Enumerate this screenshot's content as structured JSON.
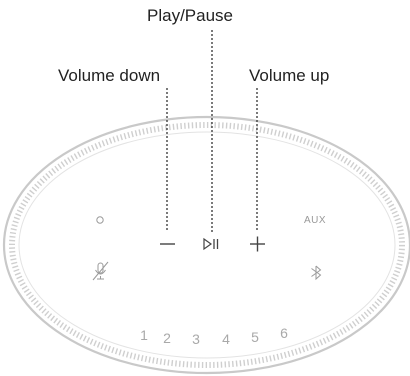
{
  "labels": {
    "play_pause": "Play/Pause",
    "volume_down": "Volume down",
    "volume_up": "Volume up"
  },
  "speaker": {
    "aux_label": "AUX",
    "presets": [
      "1",
      "2",
      "3",
      "4",
      "5",
      "6"
    ],
    "icons": {
      "action": "action-button-icon",
      "mic_off": "microphone-off-icon",
      "bluetooth": "bluetooth-icon",
      "volume_down": "minus-icon",
      "play_pause": "play-pause-icon",
      "volume_up": "plus-icon"
    },
    "colors": {
      "outline": "#cccccc",
      "controls": "#555555",
      "leader": "#333333"
    }
  }
}
